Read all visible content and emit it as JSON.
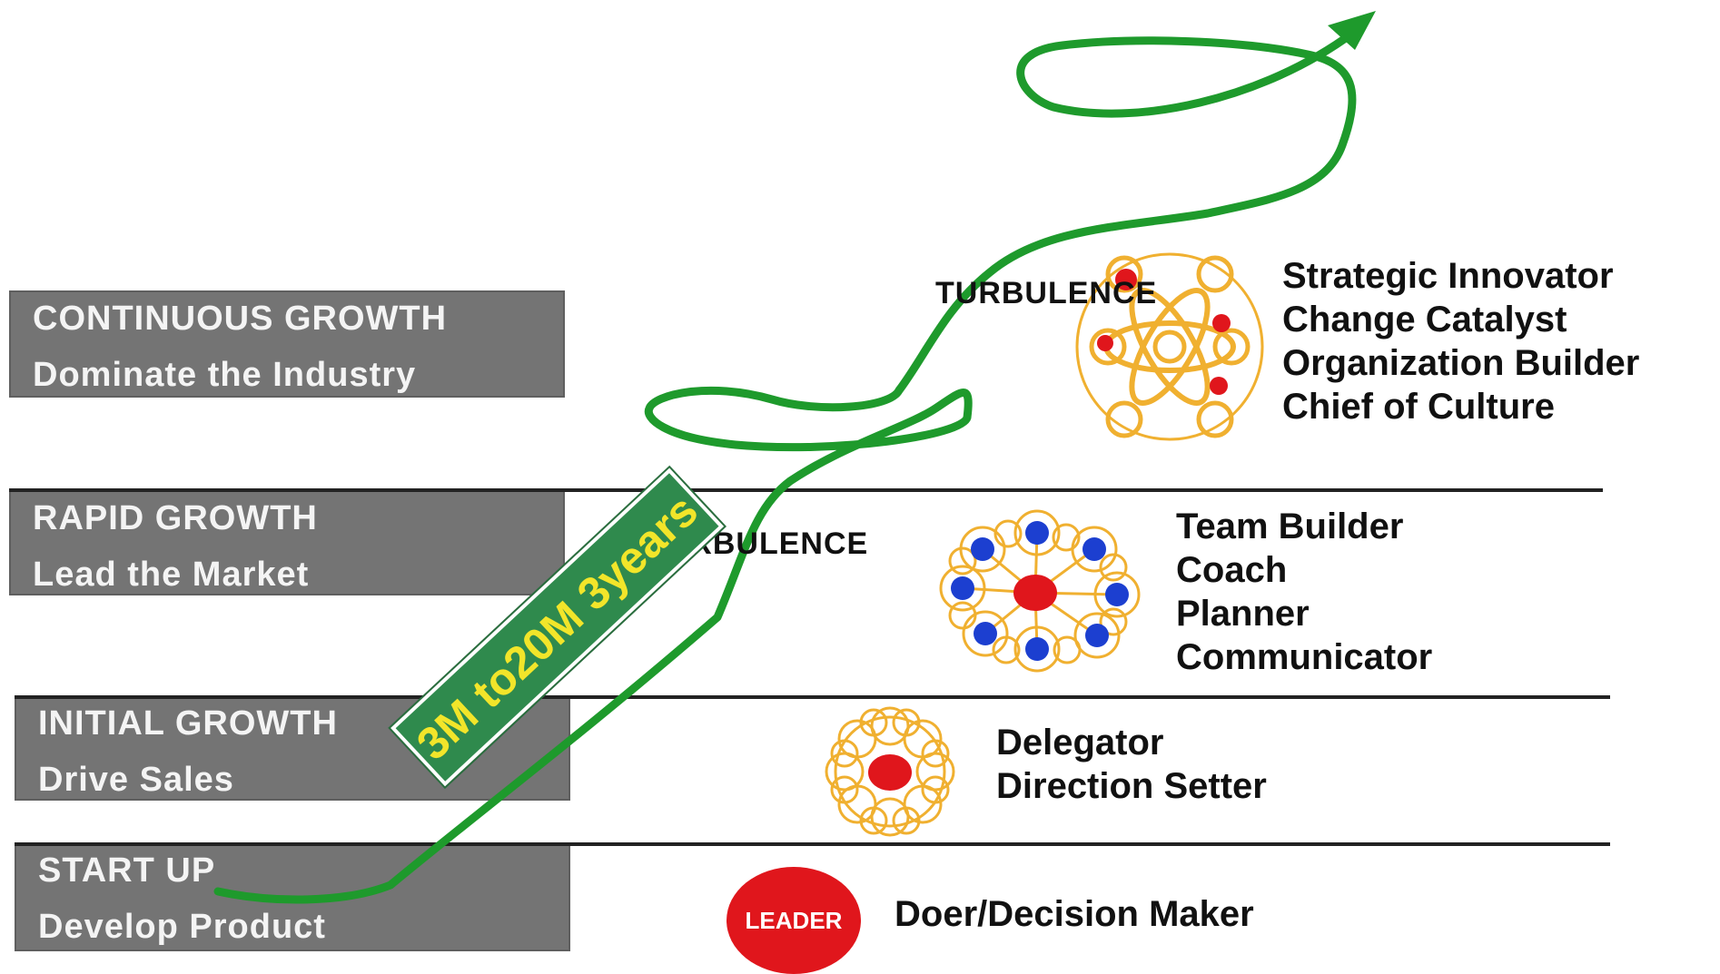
{
  "stages": [
    {
      "title": "CONTINUOUS GROWTH",
      "subtitle": "Dominate the Industry"
    },
    {
      "title": "RAPID GROWTH",
      "subtitle": "Lead the Market"
    },
    {
      "title": "INITIAL GROWTH",
      "subtitle": "Drive Sales"
    },
    {
      "title": "START UP",
      "subtitle": "Develop Product"
    }
  ],
  "roles": {
    "continuous": [
      "Strategic Innovator",
      "Change Catalyst",
      "Organization Builder",
      "Chief of Culture"
    ],
    "rapid": [
      "Team Builder",
      "Coach",
      "Planner",
      "Communicator"
    ],
    "initial": [
      "Delegator",
      "Direction Setter"
    ],
    "startup": [
      "Doer/Decision Maker"
    ]
  },
  "turbulence_label": "TURBULENCE",
  "leader_badge": "LEADER",
  "banner": "3M to20M 3years",
  "colors": {
    "stage_box": "#747474",
    "growth_path": "#1e9a2c",
    "banner_bg": "#2f8a4d",
    "banner_text": "#f2e52a",
    "leader_red": "#e0161c",
    "network_orange": "#f0b030",
    "network_blue": "#1c3fd0"
  }
}
